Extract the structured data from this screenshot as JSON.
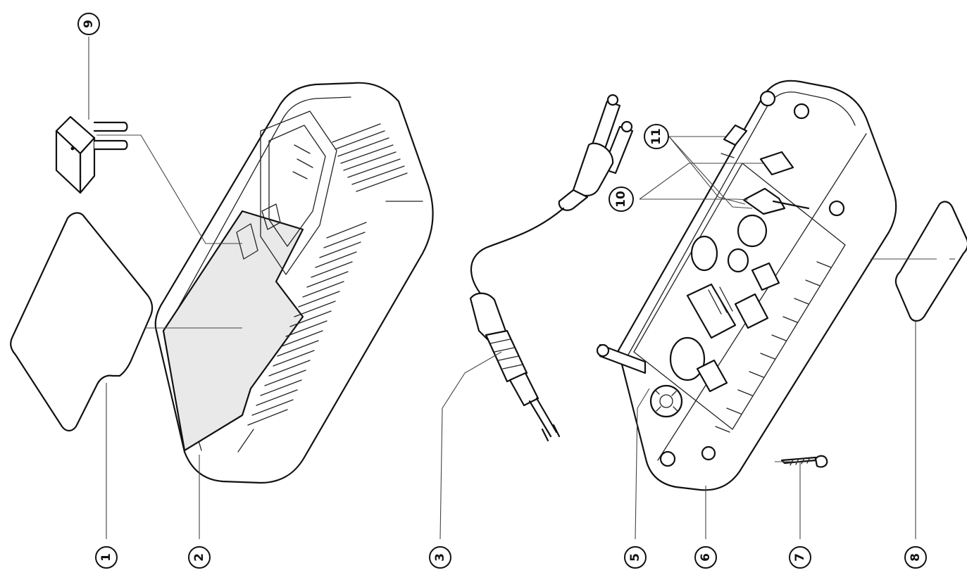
{
  "callouts": [
    {
      "id": "c1",
      "label": "1"
    },
    {
      "id": "c2",
      "label": "2"
    },
    {
      "id": "c3",
      "label": "3"
    },
    {
      "id": "c5",
      "label": "5"
    },
    {
      "id": "c6",
      "label": "6"
    },
    {
      "id": "c7",
      "label": "7"
    },
    {
      "id": "c8",
      "label": "8"
    },
    {
      "id": "c9",
      "label": "9"
    },
    {
      "id": "c10",
      "label": "10"
    },
    {
      "id": "c11",
      "label": "11"
    }
  ]
}
